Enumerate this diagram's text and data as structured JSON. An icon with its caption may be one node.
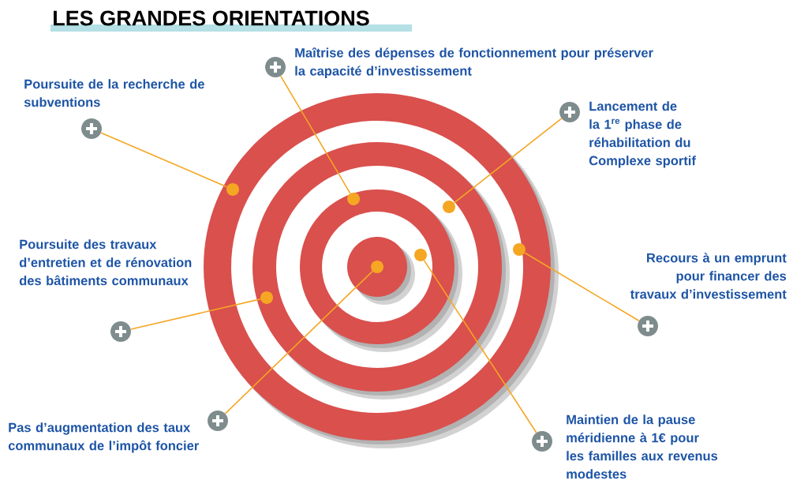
{
  "diagram": {
    "title": "LES GRANDES ORIENTATIONS",
    "nodes": [
      {
        "text": [],
        "shape": "circle",
        "beside": [
          "Maîtrise des dépenses de fonctionnement pour préserver la capacité d’investissement"
        ]
      },
      {
        "text": [],
        "shape": "circle",
        "beside": [
          "Poursuite de la recherche de subventions"
        ]
      },
      {
        "text": [],
        "shape": "circle",
        "beside": [
          "Lancement de la 1$^{re}$ phase de réhabilitation du Complexe sportif"
        ]
      },
      {
        "text": [],
        "shape": "circle",
        "beside": [
          "Poursuite des travaux d’entretien et de rénovation des bâtiments communaux"
        ]
      },
      {
        "text": [],
        "shape": "circle",
        "beside": [
          "Recours à un emprunt pour financer des travaux d’investissement"
        ]
      },
      {
        "text": [],
        "shape": "circle",
        "beside": [
          "Pas d’augmentation des taux communaux de l’impôt foncier"
        ]
      },
      {
        "text": [],
        "shape": "circle",
        "beside": [
          "Maintien de la pause méridienne à 1€ pour les familles aux revenus modestes"
        ]
      },
      {
        "text": [],
        "shape": "circle"
      },
      {
        "text": [],
        "shape": "circle"
      },
      {
        "text": [],
        "shape": "circle"
      },
      {
        "text": [],
        "shape": "circle"
      },
      {
        "text": [],
        "shape": "circle"
      },
      {
        "text": [],
        "shape": "circle"
      },
      {
        "text": [],
        "shape": "circle"
      }
    ],
    "edges": [
      {
        "from": 0,
        "to": 7,
        "arrow": "none"
      },
      {
        "from": 1,
        "to": 8,
        "arrow": "none"
      },
      {
        "from": 2,
        "to": 9,
        "arrow": "none"
      },
      {
        "from": 3,
        "to": 10,
        "arrow": "none"
      },
      {
        "from": 4,
        "to": 11,
        "arrow": "none"
      },
      {
        "from": 5,
        "to": 12,
        "arrow": "none"
      },
      {
        "from": 6,
        "to": 13,
        "arrow": "none"
      }
    ]
  }
}
